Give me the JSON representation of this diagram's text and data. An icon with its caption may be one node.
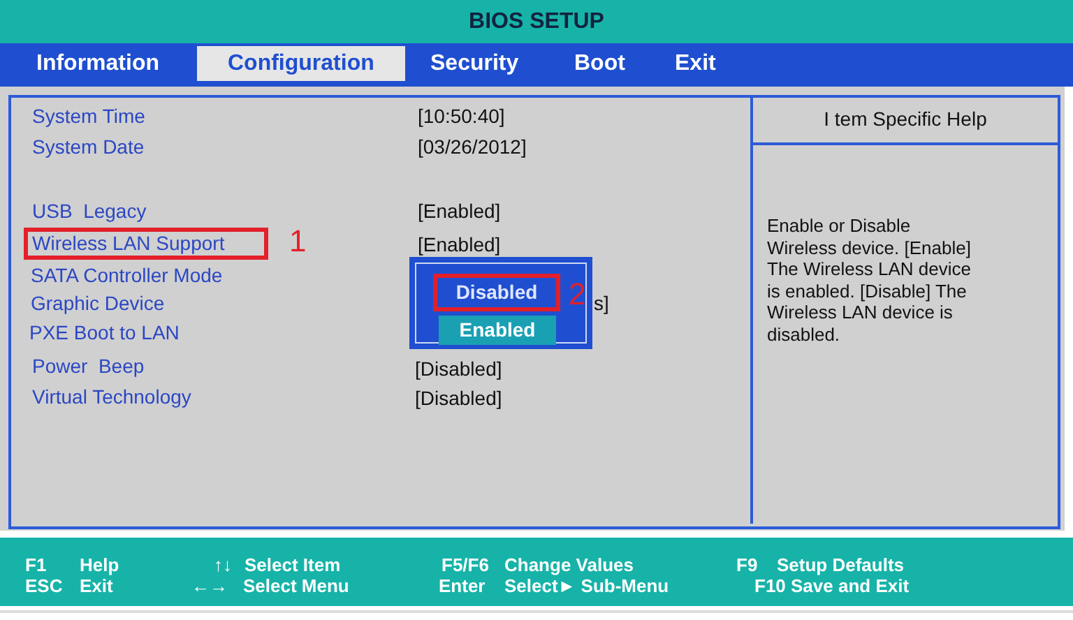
{
  "diagram": {
    "title": "BIOS SETUP",
    "nodes": [
      {
        "text": [
          "Wireless LAN Support"
        ],
        "beside": [
          "1"
        ]
      },
      {
        "text": [],
        "shape": "box"
      },
      {
        "text": [
          "Disabled"
        ],
        "in": 1,
        "beside": [
          "2"
        ]
      },
      {
        "text": [
          "Enabled"
        ],
        "in": 1
      },
      {
        "text": [
          "I tem Specific Help",
          "Enable or Disable Wireless device. [Enable] The Wireless LAN device is enabled. [Disable] The Wireless LAN device is disabled."
        ]
      }
    ],
    "labels": [
      "Information",
      "Configuration",
      "Security",
      "Boot",
      "Exit",
      "System Time",
      "[10:50:40]",
      "System Date",
      "[03/26/2012]",
      "USB  Legacy",
      "[Enabled]",
      "[Enabled]",
      "SATA Controller Mode",
      "Graphic Device",
      "s]",
      "PXE Boot to LAN",
      "Power  Beep",
      "[Disabled]",
      "Virtual Technology",
      "[Disabled]",
      "F1",
      "Help",
      "↑↓",
      "Select Item",
      "F5/F6",
      "Change Values",
      "F9",
      "Setup Defaults",
      "ESC",
      "Exit",
      "←→",
      "Select Menu",
      "Enter",
      "Select► Sub-Menu",
      "F10",
      "Save and Exit"
    ]
  }
}
